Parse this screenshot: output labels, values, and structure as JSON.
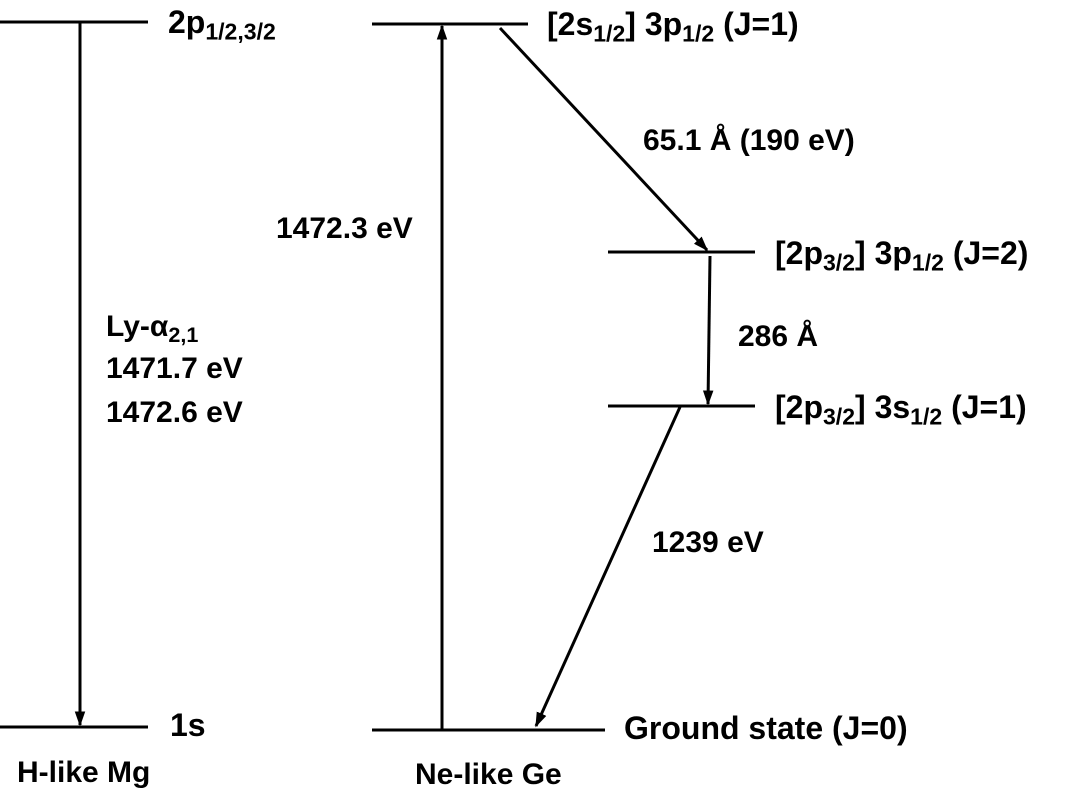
{
  "colors": {
    "line": "#000000",
    "background": "#ffffff"
  },
  "columns": {
    "h_like": {
      "name": "H-like Mg"
    },
    "ne_like": {
      "name": "Ne-like Ge"
    }
  },
  "levels": {
    "h_2p": {
      "main": "2p",
      "sub": "1/2,3/2"
    },
    "h_1s": {
      "main": "1s"
    },
    "ne_3p12_j1": {
      "core_main": "[2s",
      "core_sub": "1/2",
      "core_close": "]",
      "orb_main": " 3p",
      "orb_sub": "1/2",
      "tail": " (J=1)"
    },
    "ne_3p12_j2": {
      "core_main": "[2p",
      "core_sub": "3/2",
      "core_close": "]",
      "orb_main": " 3p",
      "orb_sub": "1/2",
      "tail": " (J=2)"
    },
    "ne_3s12_j1": {
      "core_main": "[2p",
      "core_sub": "3/2",
      "core_close": "]",
      "orb_main": " 3s",
      "orb_sub": "1/2",
      "tail": " (J=1)"
    },
    "ne_ground": {
      "label": "Ground state (J=0)"
    }
  },
  "transitions": {
    "ly_alpha": {
      "name_main": "Ly-α",
      "name_sub": "2,1",
      "energy_1": "1471.7 eV",
      "energy_2": "1472.6 eV"
    },
    "ne_excitation": {
      "energy": "1472.3 eV"
    },
    "ne_65": {
      "label": "65.1 Å (190 eV)"
    },
    "ne_286": {
      "label": "286 Å"
    },
    "ne_1239": {
      "label": "1239 eV"
    }
  }
}
